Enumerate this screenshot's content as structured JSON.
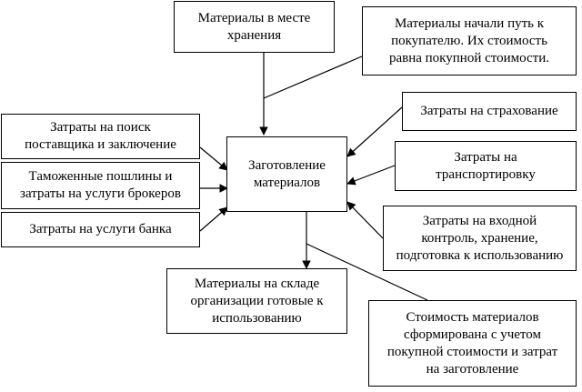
{
  "diagram": {
    "center": {
      "lines": [
        "Заготовление",
        "материалов"
      ]
    },
    "top_left": {
      "lines": [
        "Материалы в месте",
        "хранения"
      ]
    },
    "top_right": {
      "lines": [
        "Материалы начали путь к",
        "покупателю. Их стоимость",
        "равна покупной стоимости."
      ]
    },
    "left_1": {
      "lines": [
        "Затраты на поиск",
        "поставщика и заключение"
      ]
    },
    "left_2": {
      "lines": [
        "Таможенные пошлины и",
        "затраты на услуги брокеров"
      ]
    },
    "left_3": {
      "lines": [
        "Затраты на услуги банка"
      ]
    },
    "right_1": {
      "lines": [
        "Затраты на страхование"
      ]
    },
    "right_2": {
      "lines": [
        "Затраты на",
        "транспортировку"
      ]
    },
    "right_3": {
      "lines": [
        "Затраты на входной",
        "контроль, хранение,",
        "подготовка к использованию"
      ]
    },
    "bottom_left": {
      "lines": [
        "Материалы на складе",
        "организации готовые к",
        "использованию"
      ]
    },
    "bottom_right": {
      "lines": [
        "Стоимость материалов",
        "сформирована с учетом",
        "покупной стоимости и затрат",
        "на заготовление"
      ]
    }
  }
}
